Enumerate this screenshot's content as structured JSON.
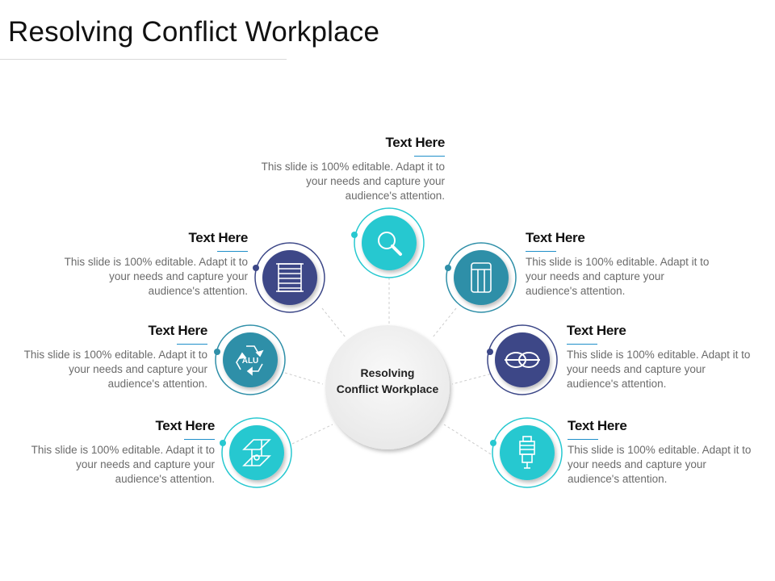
{
  "title": "Resolving Conflict Workplace",
  "center": {
    "line1": "Resolving",
    "line2": "Conflict Workplace"
  },
  "colors": {
    "teal": "#27c8d0",
    "navy": "#3c4787",
    "steel": "#2f8fa8",
    "accent_line": "#1f8fc9"
  },
  "items": [
    {
      "heading": "Text Here",
      "body": "This slide is 100% editable. Adapt it to your needs and capture your audience's attention.",
      "icon": "magnifier-icon",
      "color": "#27c8d0"
    },
    {
      "heading": "Text Here",
      "body": "This slide is 100% editable. Adapt it to your needs and capture your audience's attention.",
      "icon": "window-blinds-icon",
      "color": "#3c4787"
    },
    {
      "heading": "Text Here",
      "body": "This slide is 100% editable. Adapt it to your needs and capture your audience's attention.",
      "icon": "radiator-icon",
      "color": "#2f8fa8"
    },
    {
      "heading": "Text Here",
      "body": "This slide is 100% editable. Adapt it to your needs and capture your audience's attention.",
      "icon": "aluminium-recycle-icon",
      "color": "#2f8fa8"
    },
    {
      "heading": "Text Here",
      "body": "This slide is 100% editable. Adapt it to your needs and capture your audience's attention.",
      "icon": "chain-link-icon",
      "color": "#3c4787"
    },
    {
      "heading": "Text Here",
      "body": "This slide is 100% editable. Adapt it to your needs and capture your audience's attention.",
      "icon": "steel-beam-icon",
      "color": "#27c8d0"
    },
    {
      "heading": "Text Here",
      "body": "This slide is 100% editable. Adapt it to your needs and capture your audience's attention.",
      "icon": "spark-plug-icon",
      "color": "#27c8d0"
    }
  ]
}
